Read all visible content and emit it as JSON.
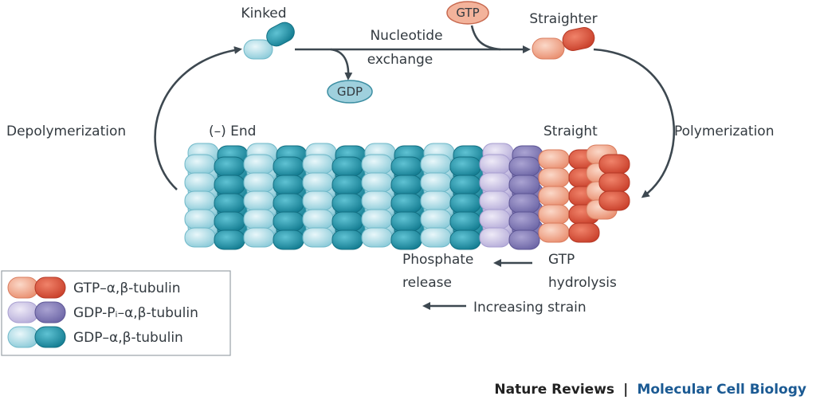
{
  "labels": {
    "kinked": "Kinked",
    "straighter": "Straighter",
    "nucleotide_exchange_1": "Nucleotide",
    "nucleotide_exchange_2": "exchange",
    "gtp": "GTP",
    "gdp": "GDP",
    "depolymerization": "Depolymerization",
    "polymerization": "Polymerization",
    "minus_end": "(–) End",
    "straight": "Straight",
    "phosphate_release_1": "Phosphate",
    "phosphate_release_2": "release",
    "gtp_hydrolysis_1": "GTP",
    "gtp_hydrolysis_2": "hydrolysis",
    "increasing_strain": "Increasing strain"
  },
  "legend": [
    {
      "label": "GTP–α,β-tubulin",
      "alpha_color": "#f0a98d",
      "beta_color": "#e0553f"
    },
    {
      "label": "GDP-Pᵢ–α,β-tubulin",
      "alpha_color": "#cdc6e6",
      "beta_color": "#8b84bd"
    },
    {
      "label": "GDP–α,β-tubulin",
      "alpha_color": "#a9dde8",
      "beta_color": "#1f93a9"
    }
  ],
  "footer": {
    "journal": "Nature Reviews",
    "separator": "|",
    "section": "Molecular Cell Biology"
  },
  "colors": {
    "gdp_light": "#a9dde8",
    "gdp_dark": "#1f93a9",
    "gdppi_light": "#cdc6e6",
    "gdppi_dark": "#8b84bd",
    "gtp_light": "#f0a98d",
    "gtp_dark": "#e0553f",
    "arrow": "#3d4850"
  }
}
